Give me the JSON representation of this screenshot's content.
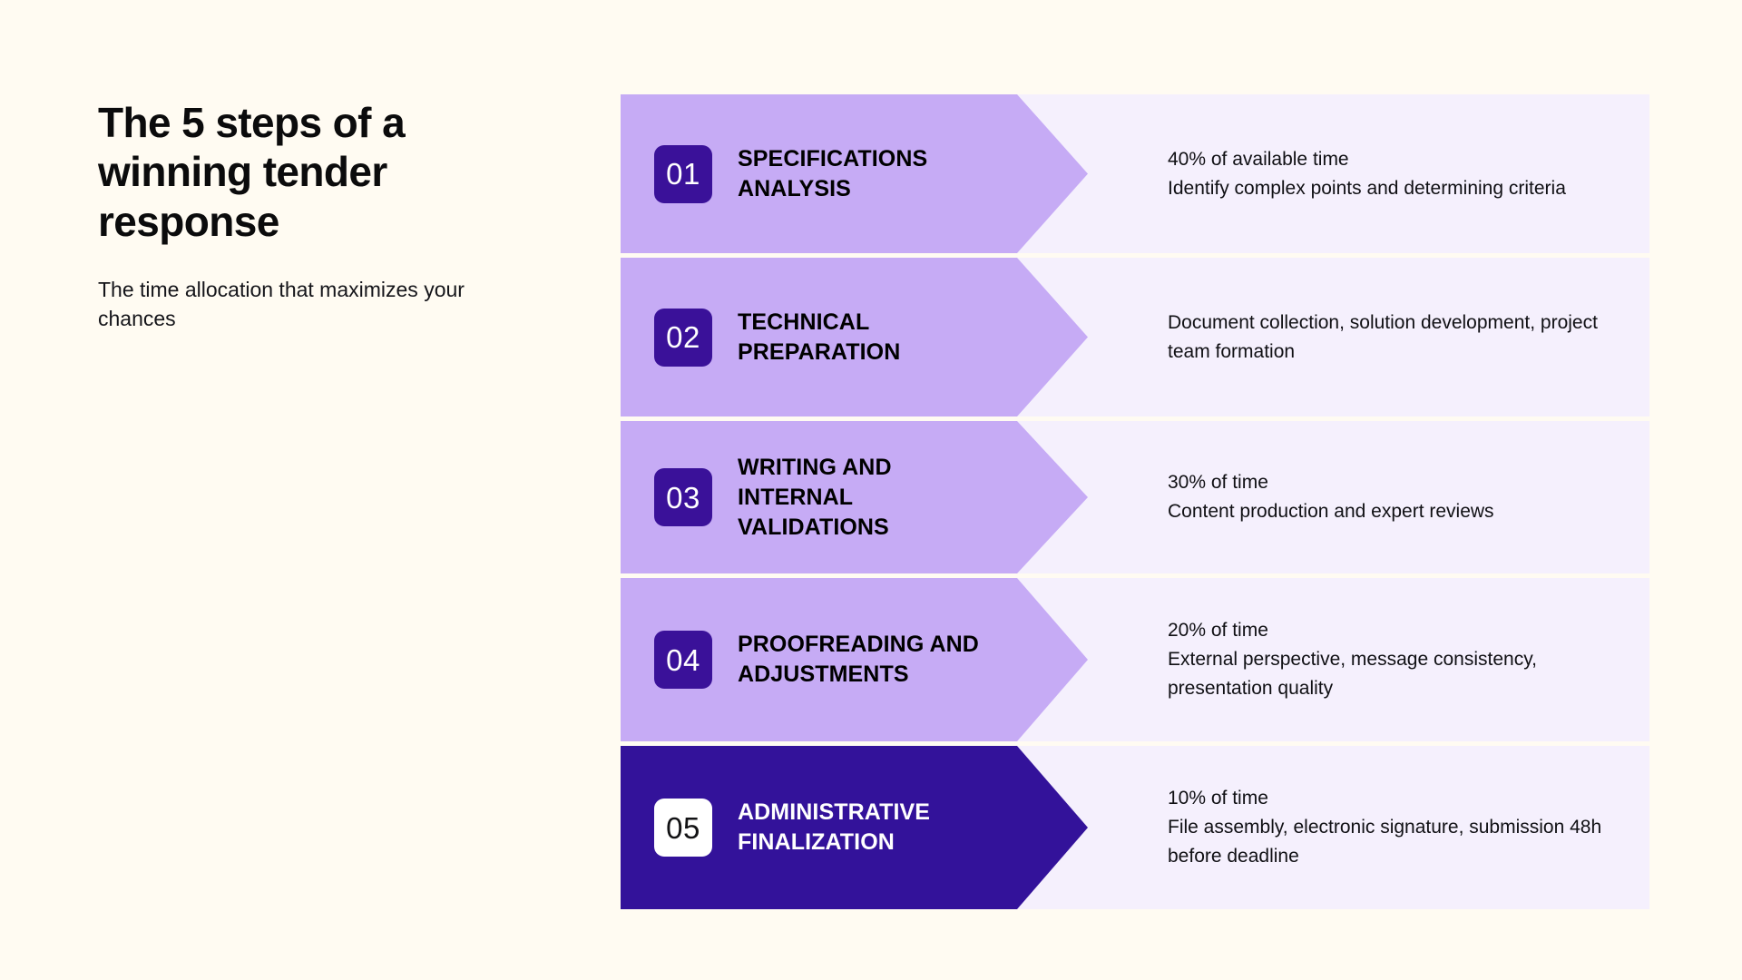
{
  "header": {
    "title": "The 5 steps of a winning tender response",
    "subtitle": "The time allocation that maximizes your chances"
  },
  "colors": {
    "page_background": "#FFFBF2",
    "band_light": "#C6ABF5",
    "band_dark": "#33129A",
    "badge_dark": "#3A1199",
    "badge_light": "#FFFFFF",
    "description_panel": "#F5F0FD",
    "text_dark": "#000000",
    "text_light": "#FFFFFF"
  },
  "steps": [
    {
      "number": "01",
      "title": "SPECIFICATIONS ANALYSIS",
      "allocation": "40% of available time",
      "detail": "Identify complex points and determining criteria",
      "highlight": false
    },
    {
      "number": "02",
      "title": "TECHNICAL PREPARATION",
      "allocation": "",
      "detail": "Document collection, solution development, project team formation",
      "highlight": false
    },
    {
      "number": "03",
      "title": "WRITING AND INTERNAL VALIDATIONS",
      "allocation": "30% of time",
      "detail": "Content production and expert reviews",
      "highlight": false
    },
    {
      "number": "04",
      "title": "PROOFREADING AND ADJUSTMENTS",
      "allocation": "20% of time",
      "detail": "External perspective, message consistency, presentation quality",
      "highlight": false
    },
    {
      "number": "05",
      "title": "ADMINISTRATIVE FINALIZATION",
      "allocation": "10% of time",
      "detail": "File assembly, electronic signature, submission 48h before deadline",
      "highlight": true
    }
  ]
}
